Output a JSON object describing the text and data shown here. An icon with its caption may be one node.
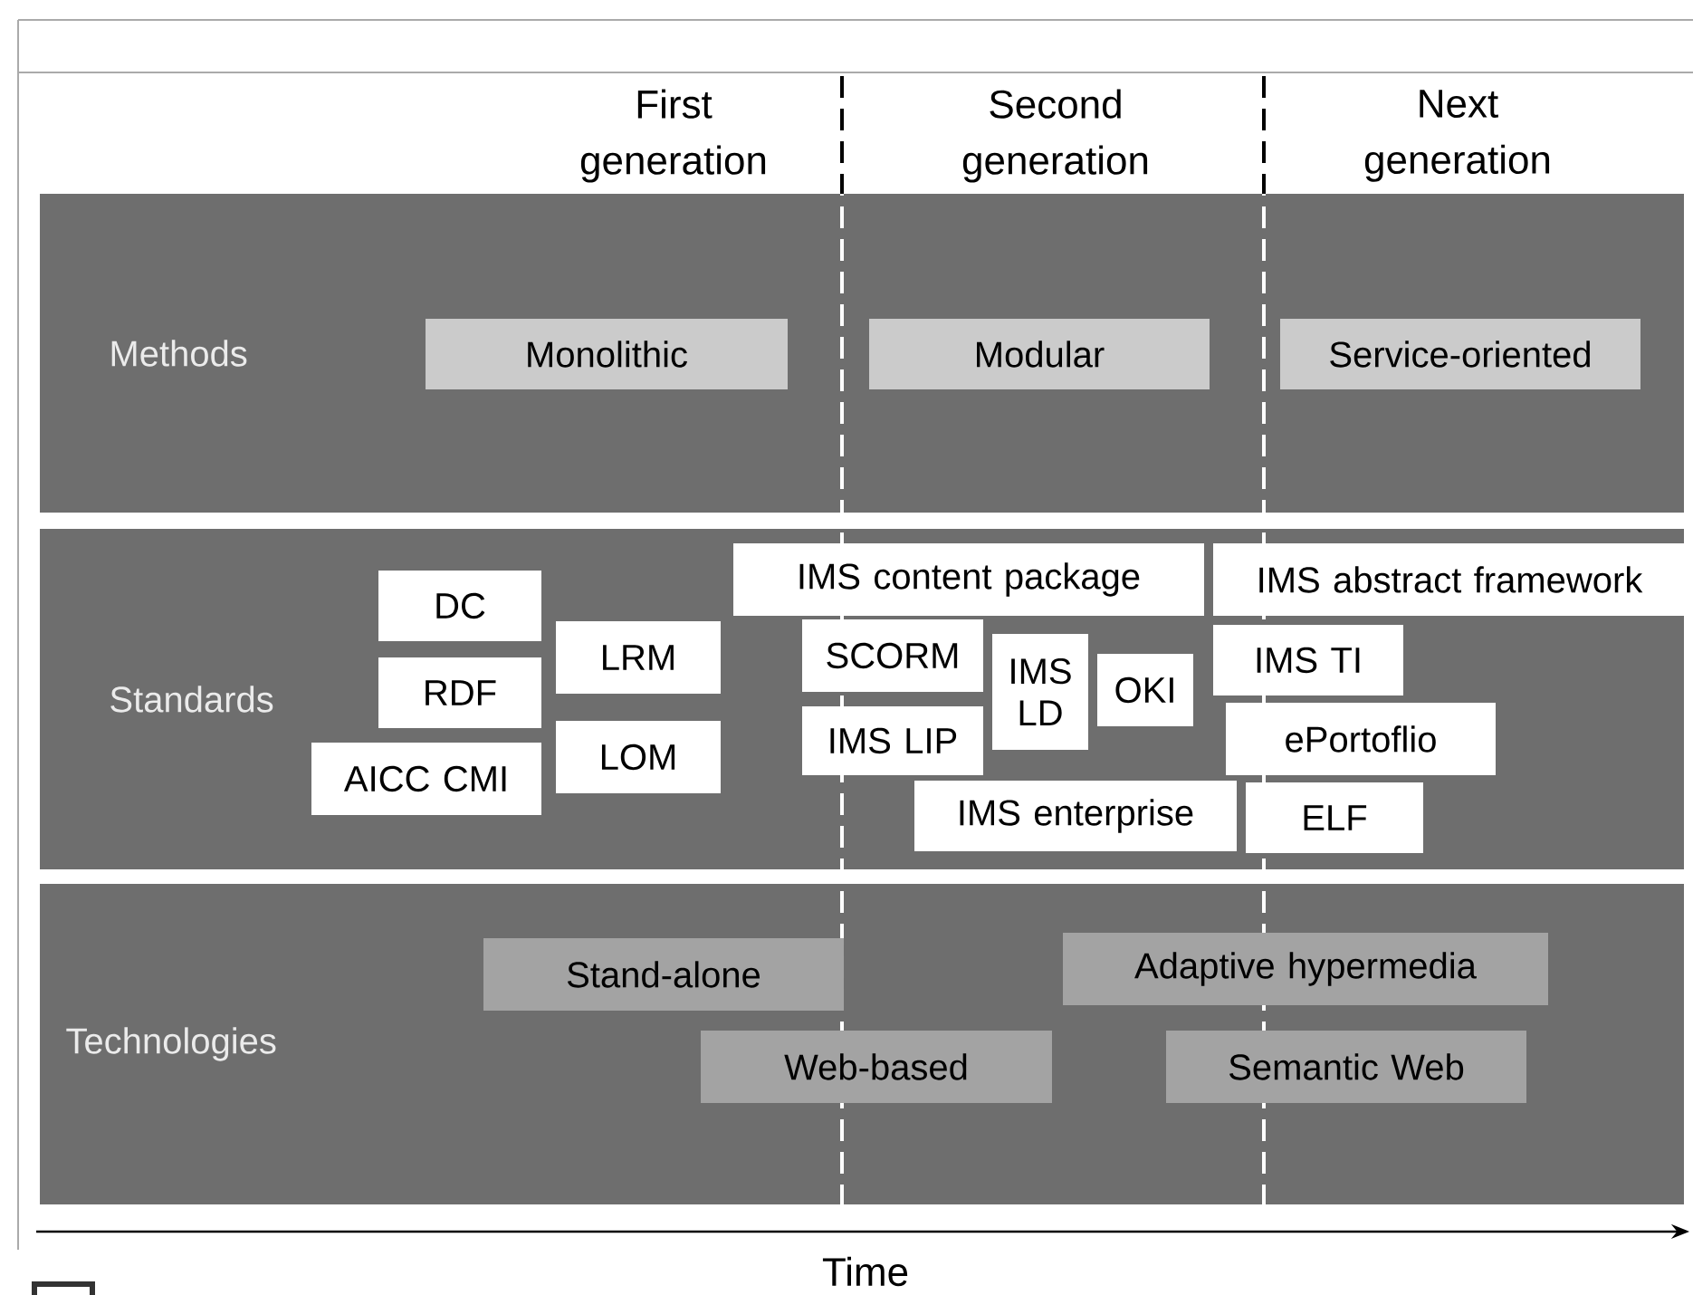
{
  "diagram": {
    "nodes": [
      {
        "text": [
          "Methods"
        ]
      },
      {
        "text": [
          "Monolithic"
        ],
        "in": 0
      },
      {
        "text": [
          "Modular"
        ],
        "in": 0
      },
      {
        "text": [
          "Service-oriented"
        ],
        "in": 0
      },
      {
        "text": [
          "Standards"
        ]
      },
      {
        "text": [
          "DC"
        ],
        "in": 4
      },
      {
        "text": [
          "RDF"
        ],
        "in": 4
      },
      {
        "text": [
          "AICC CMI"
        ],
        "in": 4
      },
      {
        "text": [
          "LRM"
        ],
        "in": 4
      },
      {
        "text": [
          "LOM"
        ],
        "in": 4
      },
      {
        "text": [
          "IMS content package"
        ],
        "in": 4
      },
      {
        "text": [
          "SCORM"
        ],
        "in": 4
      },
      {
        "text": [
          "IMS LD"
        ],
        "in": 4
      },
      {
        "text": [
          "OKI"
        ],
        "in": 4
      },
      {
        "text": [
          "IMS LIP"
        ],
        "in": 4
      },
      {
        "text": [
          "IMS enterprise"
        ],
        "in": 4
      },
      {
        "text": [
          "IMS abstract framework"
        ],
        "in": 4
      },
      {
        "text": [
          "IMS TI"
        ],
        "in": 4
      },
      {
        "text": [
          "ePortoflio"
        ],
        "in": 4
      },
      {
        "text": [
          "ELF"
        ],
        "in": 4
      },
      {
        "text": [
          "Technologies"
        ]
      },
      {
        "text": [
          "Stand-alone"
        ],
        "in": 20
      },
      {
        "text": [
          "Adaptive hypermedia"
        ],
        "in": 20
      },
      {
        "text": [
          "Web-based"
        ],
        "in": 20
      },
      {
        "text": [
          "Semantic Web"
        ],
        "in": 20
      }
    ],
    "labels": [
      "First generation",
      "Second generation",
      "Next generation",
      "Time"
    ]
  }
}
